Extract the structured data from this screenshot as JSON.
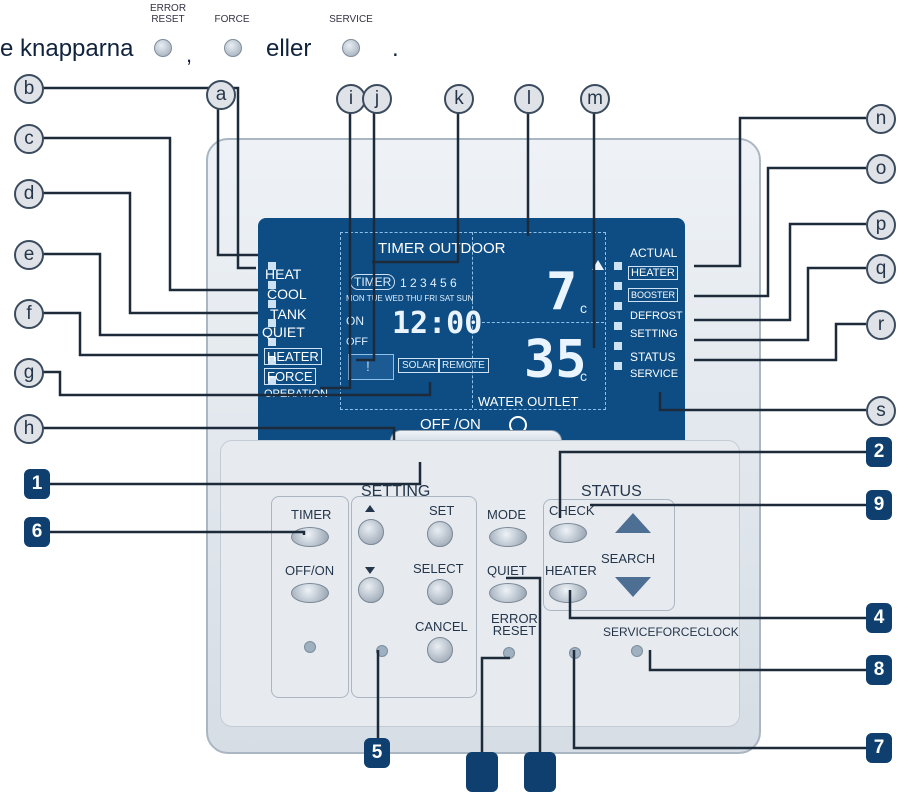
{
  "header": {
    "text_prefix": "e knapparna",
    "comma": ",",
    "eller": "eller",
    "period": ".",
    "btn_error_reset": "ERROR\nRESET",
    "btn_force": "FORCE",
    "btn_service": "SERVICE"
  },
  "letter_labels": [
    "a",
    "b",
    "c",
    "d",
    "e",
    "f",
    "g",
    "h",
    "i",
    "j",
    "k",
    "l",
    "m",
    "n",
    "o",
    "p",
    "q",
    "r",
    "s"
  ],
  "number_labels": [
    "1",
    "2",
    "4",
    "5",
    "6",
    "7",
    "8",
    "9"
  ],
  "lcd": {
    "title": "TIMER OUTDOOR",
    "left_indicators": [
      "HEAT",
      "COOL",
      "TANK",
      "QUIET",
      "HEATER",
      "FORCE"
    ],
    "operation": "OPERATION",
    "timer_box": "TIMER",
    "timer_numbers": "1 2 3 4 5 6",
    "weekdays": "MON TUE WED THU FRI SAT SUN",
    "on": "ON",
    "off": "OFF",
    "clock": "12:00",
    "solar": "SOLAR",
    "remote": "REMOTE",
    "warning": "!",
    "outdoor_temp": "7",
    "water_temp": "35",
    "unit": "c",
    "water_outlet": "WATER OUTLET",
    "right_indicators": [
      "ACTUAL",
      "HEATER",
      "BOOSTER",
      "DEFROST",
      "SETTING",
      "STATUS",
      "SERVICE"
    ],
    "offon": "OFF /ON"
  },
  "buttons": {
    "setting": "SETTING",
    "status": "STATUS",
    "timer": "TIMER",
    "offon": "OFF/ON",
    "set": "SET",
    "select": "SELECT",
    "cancel": "CANCEL",
    "mode": "MODE",
    "quiet": "QUIET",
    "heater": "HEATER",
    "check": "CHECK",
    "search": "SEARCH",
    "error_reset": "ERROR\nRESET",
    "service_force_clock": "SERVICEFORCECLOCK"
  },
  "colors": {
    "lcd_bg": "#0d4d84",
    "callout_square": "#0e3f6e",
    "panel": "#e7ebef"
  }
}
